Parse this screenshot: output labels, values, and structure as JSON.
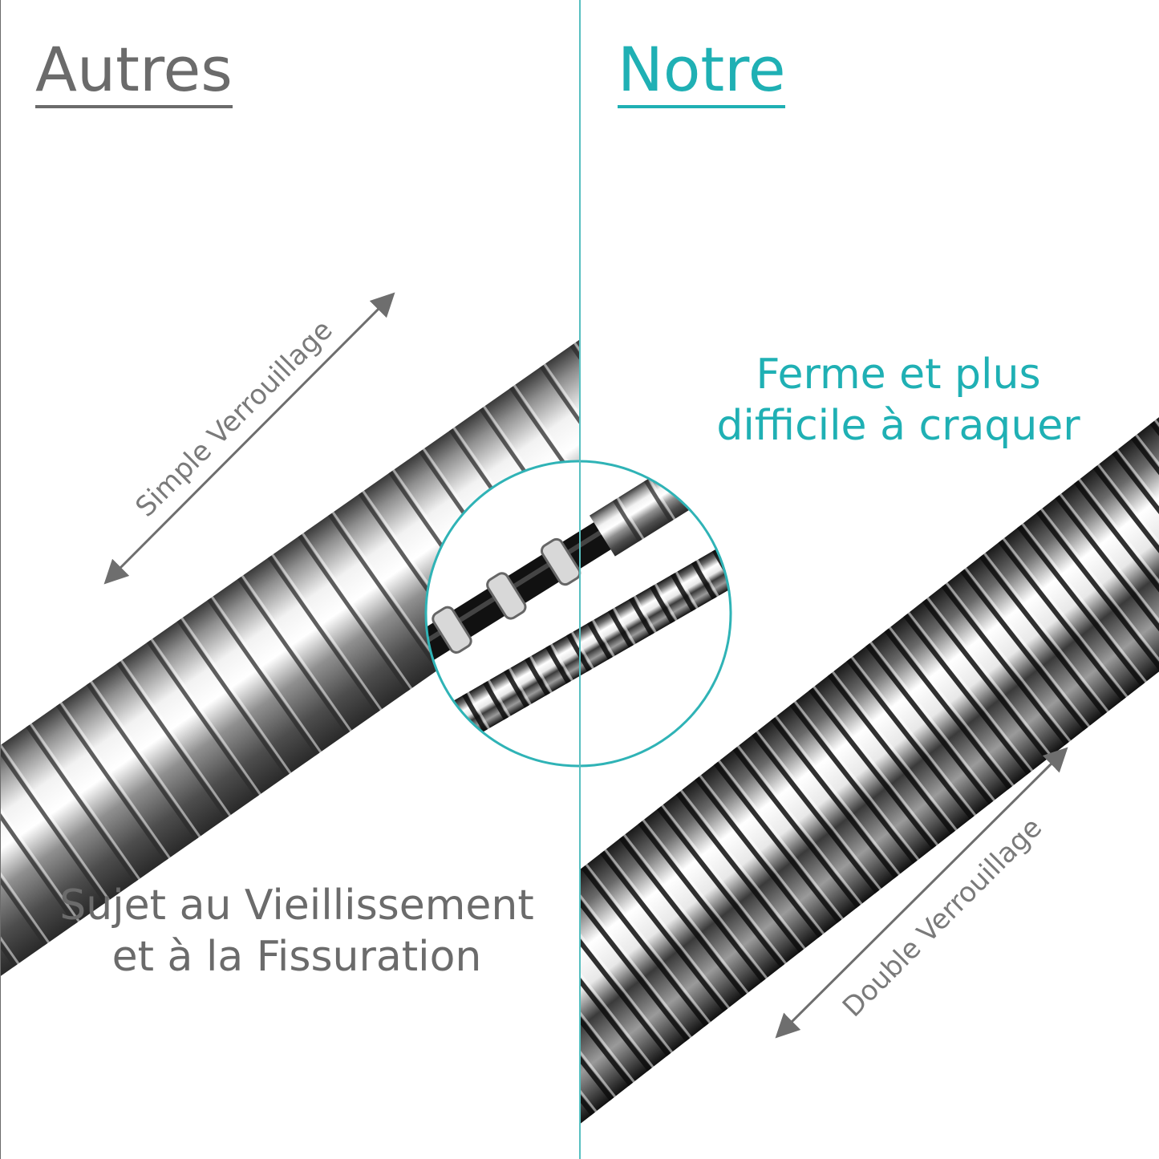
{
  "left": {
    "title": "Autres",
    "arrow_label": "Simple Verrouillage",
    "caption_line1": "Sujet au Vieillissement",
    "caption_line2": "et à la Fissuration"
  },
  "right": {
    "title": "Notre",
    "arrow_label": "Double Verrouillage",
    "caption_line1": "Ferme et plus",
    "caption_line2": "difficile à craquer"
  },
  "colors": {
    "accent": "#1fb0b4",
    "gray_text": "#6b6b6b"
  },
  "icons": {
    "left_arrow": "double-headed-arrow-icon",
    "right_arrow": "double-headed-arrow-icon"
  }
}
